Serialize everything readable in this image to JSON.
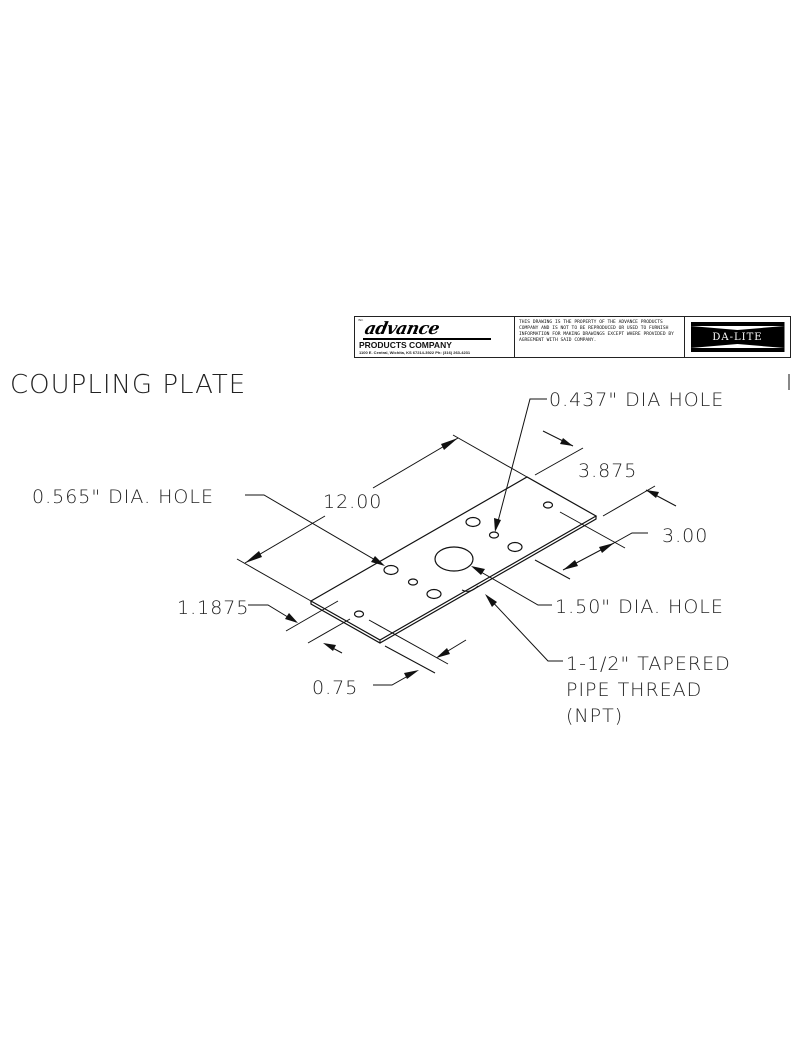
{
  "title_block": {
    "logo_tiny": "INC",
    "brand": "advance",
    "company": "PRODUCTS COMPANY",
    "address": "1100 E. Central, Wichita, KS 67214-3922  Ph: (316) 263-4231",
    "notice": "THIS DRAWING IS THE PROPERTY OF THE ADVANCE PRODUCTS COMPANY AND IS NOT TO BE REPRODUCED OR USED TO FURNISH INFORMATION FOR MAKING DRAWINGS EXCEPT WHERE PROVIDED BY AGREEMENT WITH SAID COMPANY.",
    "partner_logo": "DA-LITE"
  },
  "drawing": {
    "title": "COUPLING PLATE",
    "callouts": {
      "small_hole": "0.437\" DIA HOLE",
      "medium_hole": "0.565\" DIA. HOLE",
      "large_hole": "1.50\" DIA. HOLE",
      "thread_line1": "1-1/2\" TAPERED",
      "thread_line2": "PIPE THREAD",
      "thread_line3": "(NPT)"
    },
    "dimensions": {
      "length": "12.00",
      "width": "3.875",
      "hole_spacing": "3.00",
      "edge_offset": "1.1875",
      "edge_margin": "0.75"
    }
  }
}
